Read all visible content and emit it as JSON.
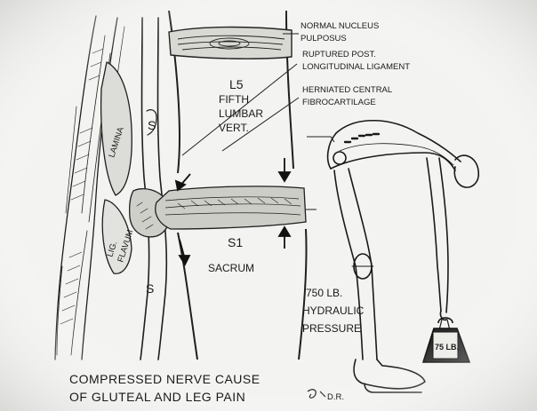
{
  "labels": {
    "normal_nucleus_1": "NORMAL NUCLEUS",
    "normal_nucleus_2": "PULPOSUS",
    "ruptured_1": "RUPTURED POST.",
    "ruptured_2": "LONGITUDINAL LIGAMENT",
    "herniated_1": "HERNIATED CENTRAL",
    "herniated_2": "FIBROCARTILAGE",
    "l5": "L5",
    "fifth": "FIFTH",
    "lumbar": "LUMBAR",
    "vert": "VERT.",
    "lamina": "LAMINA",
    "lig_flavum_1": "LIG.",
    "lig_flavum_2": "FLAVUM",
    "s_top": "S",
    "s_bottom": "S",
    "s1": "S1",
    "sacrum": "SACRUM",
    "pressure_1": "750 LB.",
    "pressure_2": "HYDRAULIC",
    "pressure_3": "PRESSURE",
    "weight": "75 LB.",
    "caption_1": "COMPRESSED NERVE CAUSE",
    "caption_2": "OF GLUTEAL AND LEG PAIN",
    "signature": "D.R."
  }
}
